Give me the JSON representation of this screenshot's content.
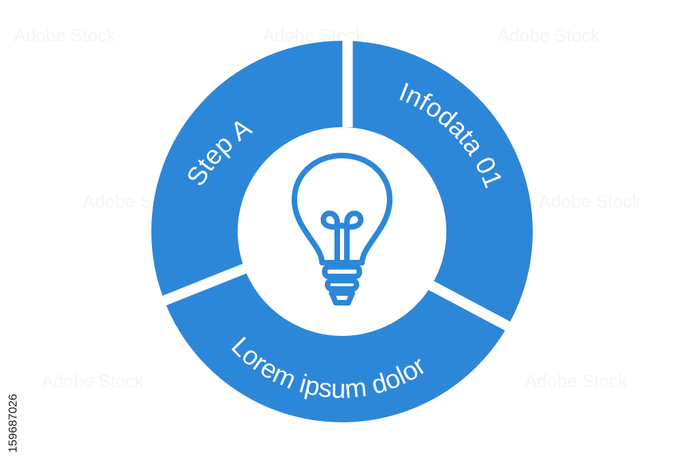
{
  "diagram": {
    "segments": [
      {
        "id": "step-a",
        "label": "Step A"
      },
      {
        "id": "infodata",
        "label": "Infodata 01"
      },
      {
        "id": "lorem",
        "label": "Lorem ipsum dolor"
      }
    ],
    "center_icon": "lightbulb-icon",
    "colors": {
      "segment": "#2d87d8",
      "background": "#ffffff",
      "center": "#ffffff",
      "icon": "#2d87d8"
    }
  },
  "stock_id": "159687026",
  "watermark": "Adobe Stock"
}
